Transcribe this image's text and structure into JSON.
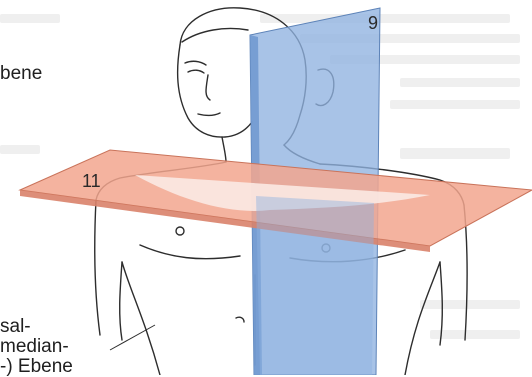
{
  "labels": {
    "top_left": "bene",
    "bottom_line_1": "sal-",
    "bottom_line_2": "median-",
    "bottom_line_3": "-) Ebene"
  },
  "plane_numbers": {
    "sagittal": "9",
    "transverse": "11"
  },
  "colors": {
    "sagittal_plane": "#8fb2e0",
    "transverse_plane": "#f2a68e",
    "outline": "#2d2d2d"
  }
}
